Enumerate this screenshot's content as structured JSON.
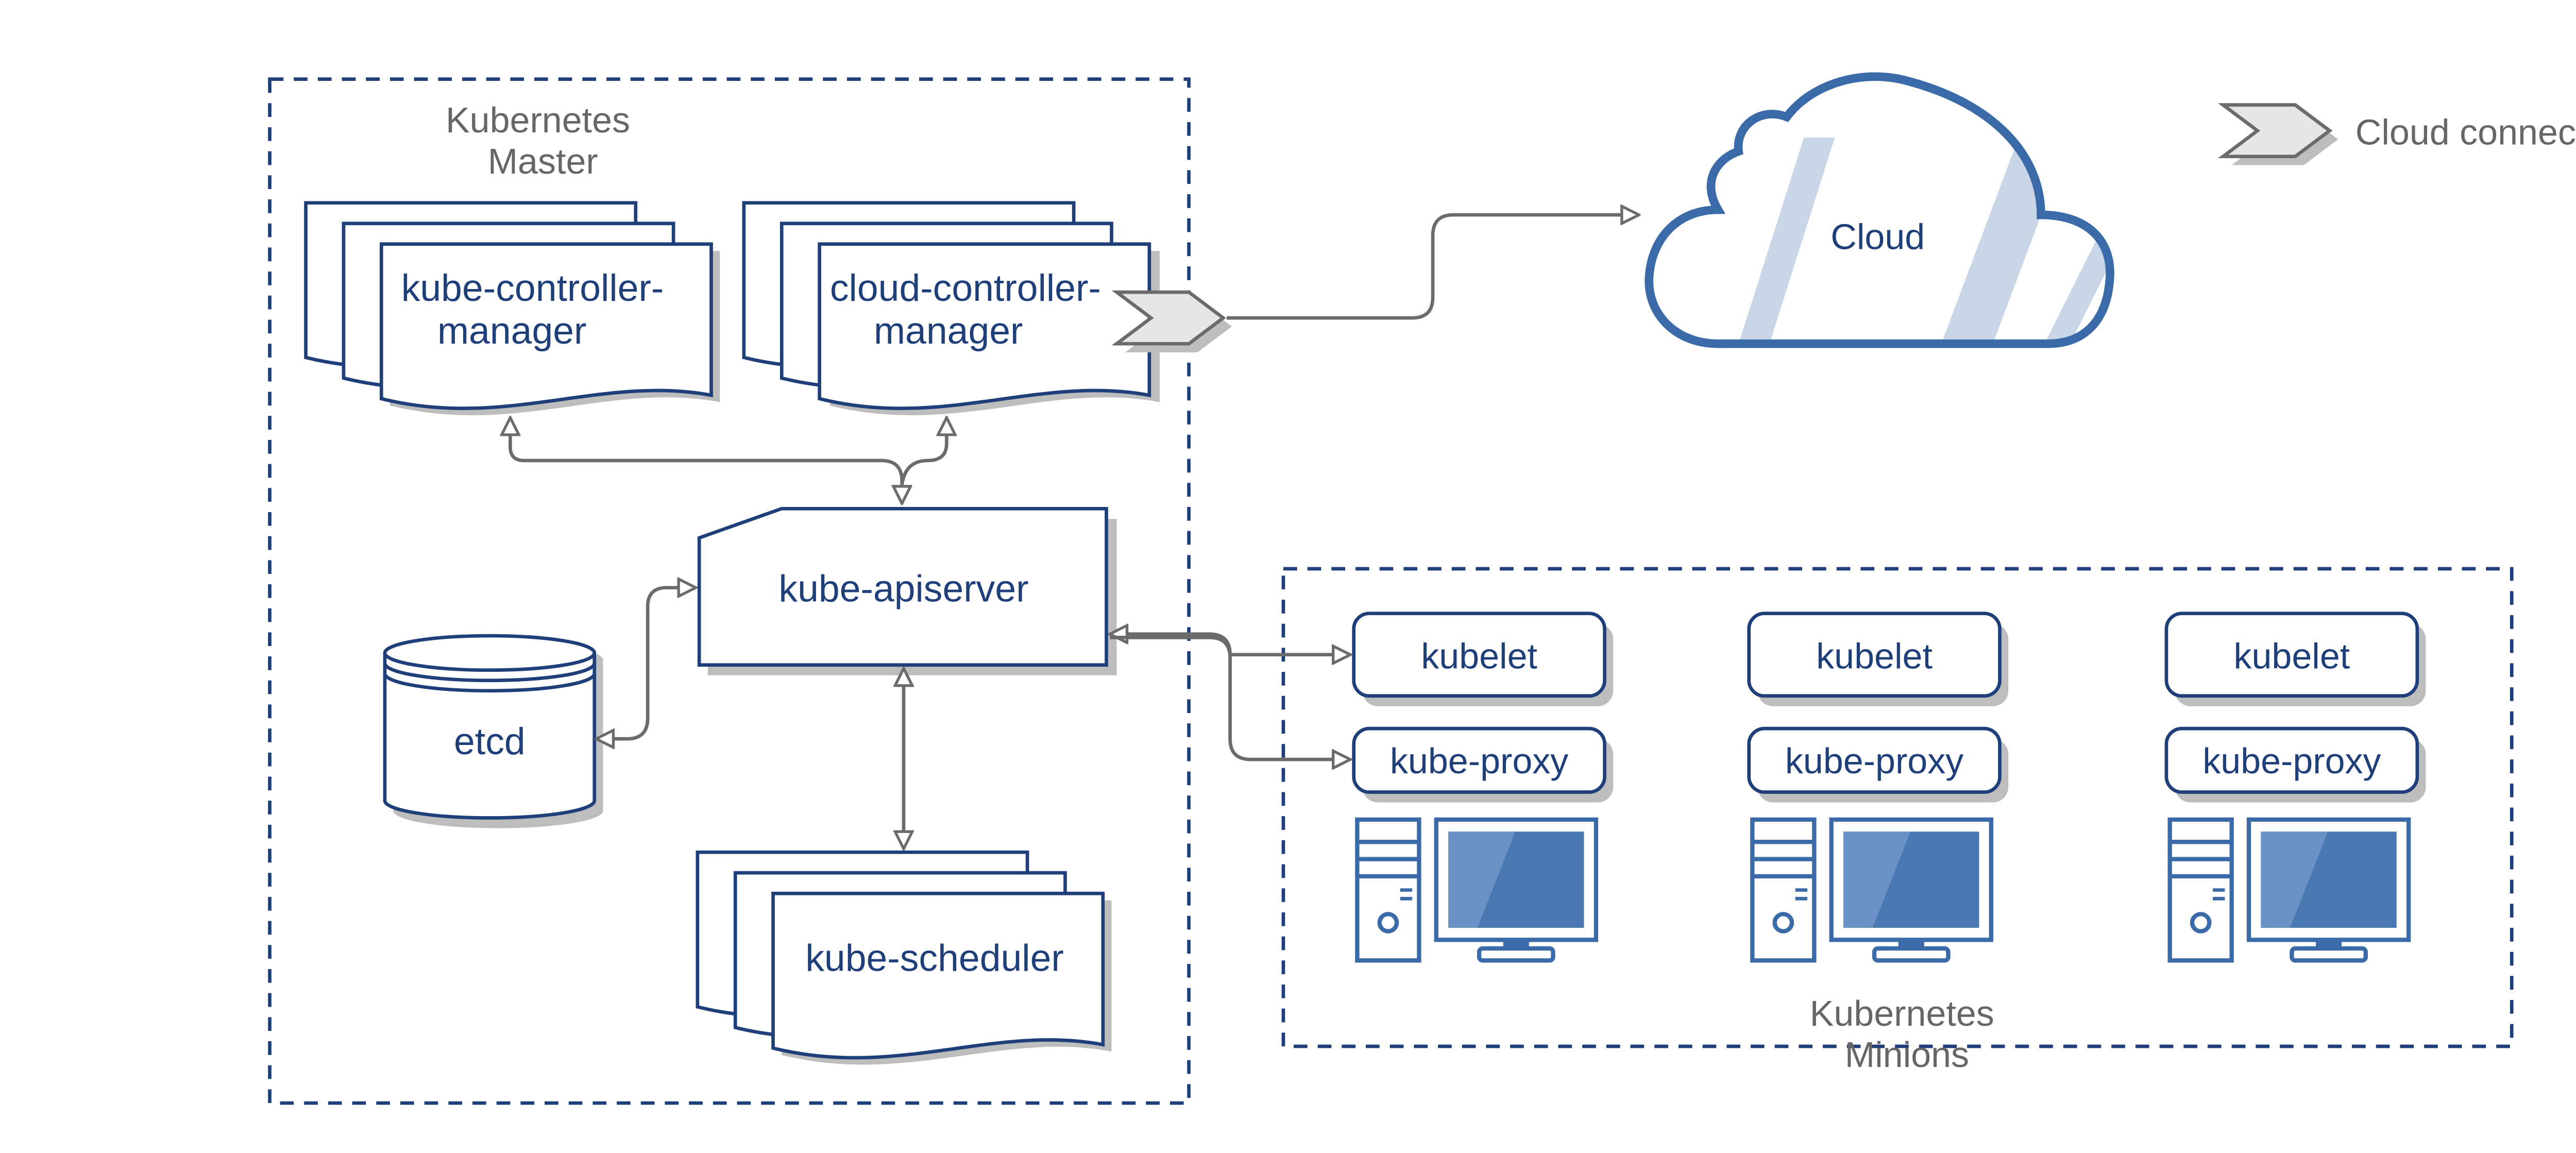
{
  "master": {
    "title_line1": "Kubernetes",
    "title_line2": "Master"
  },
  "minions": {
    "title_line1": "Kubernetes",
    "title_line2": "Minions"
  },
  "components": {
    "kube_controller_manager_line1": "kube-controller-",
    "kube_controller_manager_line2": "manager",
    "cloud_controller_manager_line1": "cloud-controller-",
    "cloud_controller_manager_line2": "manager",
    "kube_apiserver": "kube-apiserver",
    "etcd": "etcd",
    "kube_scheduler": "kube-scheduler",
    "cloud": "Cloud"
  },
  "nodes": [
    {
      "kubelet": "kubelet",
      "kube_proxy": "kube-proxy"
    },
    {
      "kubelet": "kubelet",
      "kube_proxy": "kube-proxy"
    },
    {
      "kubelet": "kubelet",
      "kube_proxy": "kube-proxy"
    }
  ],
  "legend": {
    "cloud_connector": "Cloud connector"
  },
  "colors": {
    "primary_blue": "#1f3f7a",
    "cloud_blue": "#3a6aa8",
    "connector_grey": "#6b6b6b",
    "shadow": "#bdbdbd"
  }
}
